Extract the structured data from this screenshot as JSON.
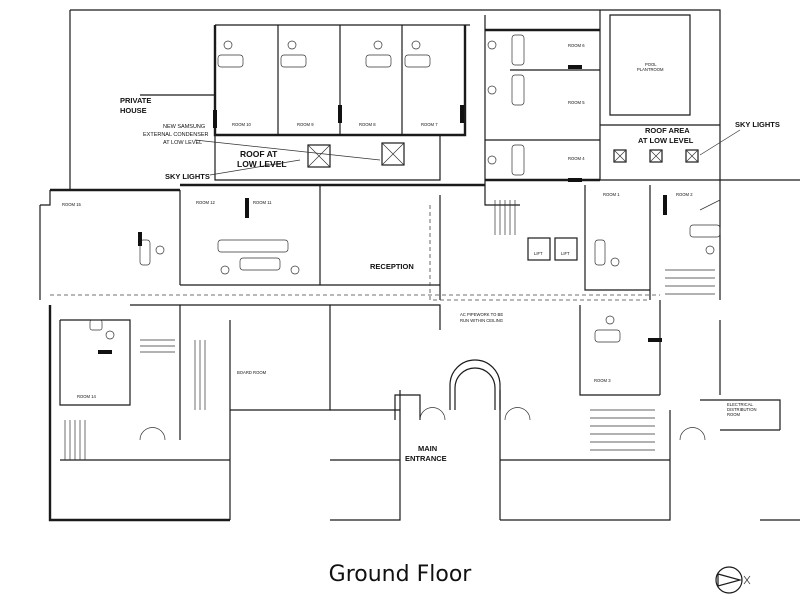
{
  "title": "Ground Floor",
  "labels": {
    "private_house_1": "PRIVATE",
    "private_house_2": "HOUSE",
    "condenser_1": "NEW SAMSUNG",
    "condenser_2": "EXTERNAL CONDENSER",
    "condenser_3": "AT LOW LEVEL",
    "roof_low_1": "ROOF AT",
    "roof_low_2": "LOW LEVEL",
    "sky_lights_left": "SKY LIGHTS",
    "sky_lights_right": "SKY LIGHTS",
    "roof_area_1": "ROOF AREA",
    "roof_area_2": "AT LOW LEVEL",
    "pool_1": "POOL",
    "pool_2": "PLANTROOM",
    "reception": "RECEPTION",
    "board_room": "BOARD ROOM",
    "main_1": "MAIN",
    "main_2": "ENTRANCE",
    "lift_1": "LIFT",
    "lift_2": "LIFT",
    "pipework_1": "AC PIPEWORK TO BE",
    "pipework_2": "RUN WITHIN CEILING",
    "electrical_1": "ELECTRICAL",
    "electrical_2": "DISTRIBUTION",
    "electrical_3": "ROOM"
  },
  "rooms": {
    "room1": "ROOM 1",
    "room2": "ROOM 2",
    "room3": "ROOM 3",
    "room4": "ROOM 4",
    "room5": "ROOM 5",
    "room6": "ROOM 6",
    "room7": "ROOM 7",
    "room8": "ROOM 8",
    "room9": "ROOM 9",
    "room10": "ROOM 10",
    "room11": "ROOM 11",
    "room12": "ROOM 12",
    "room14": "ROOM 14",
    "room15": "ROOM 15"
  }
}
